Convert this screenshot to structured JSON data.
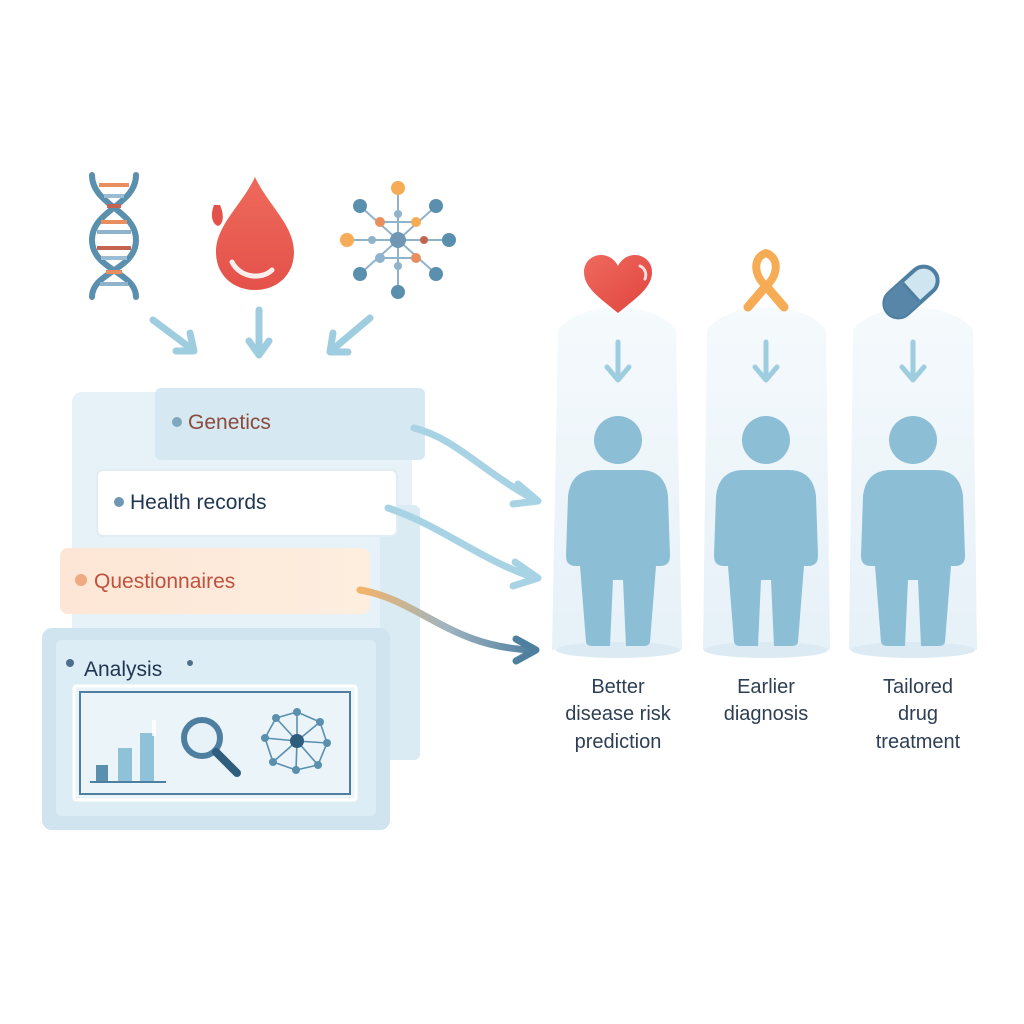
{
  "cards": {
    "genetics": {
      "label": "Genetics",
      "text_color": "#8a4a3c",
      "dot_color": "#7fa7bd"
    },
    "health_records": {
      "label": "Health records",
      "text_color": "#1f3550",
      "dot_color": "#6f97b3"
    },
    "questionnaires": {
      "label": "Questionnaires",
      "text_color": "#c0513f",
      "dot_color": "#eeaa80"
    },
    "analysis": {
      "label": "Analysis",
      "text_color": "#1f3550",
      "dot_color": "#4e6f8c"
    }
  },
  "inputs": [
    "dna-icon",
    "blood-drop-icon",
    "molecular-network-icon"
  ],
  "outcomes": [
    {
      "icon": "heart-icon",
      "lines": [
        "Better",
        "disease risk",
        "prediction"
      ]
    },
    {
      "icon": "ribbon-icon",
      "lines": [
        "Earlier",
        "diagnosis"
      ]
    },
    {
      "icon": "pill-capsule-icon",
      "lines": [
        "Tailored",
        "drug",
        "treatment"
      ]
    }
  ],
  "colors": {
    "figure": "#8cbfd6",
    "column": "#eaf3f9",
    "arrow": "#9fcde0",
    "heart": "#e8564e",
    "ribbon": "#f5ac55",
    "pill_dark": "#5886a8",
    "pill_light": "#cfe5f0"
  }
}
